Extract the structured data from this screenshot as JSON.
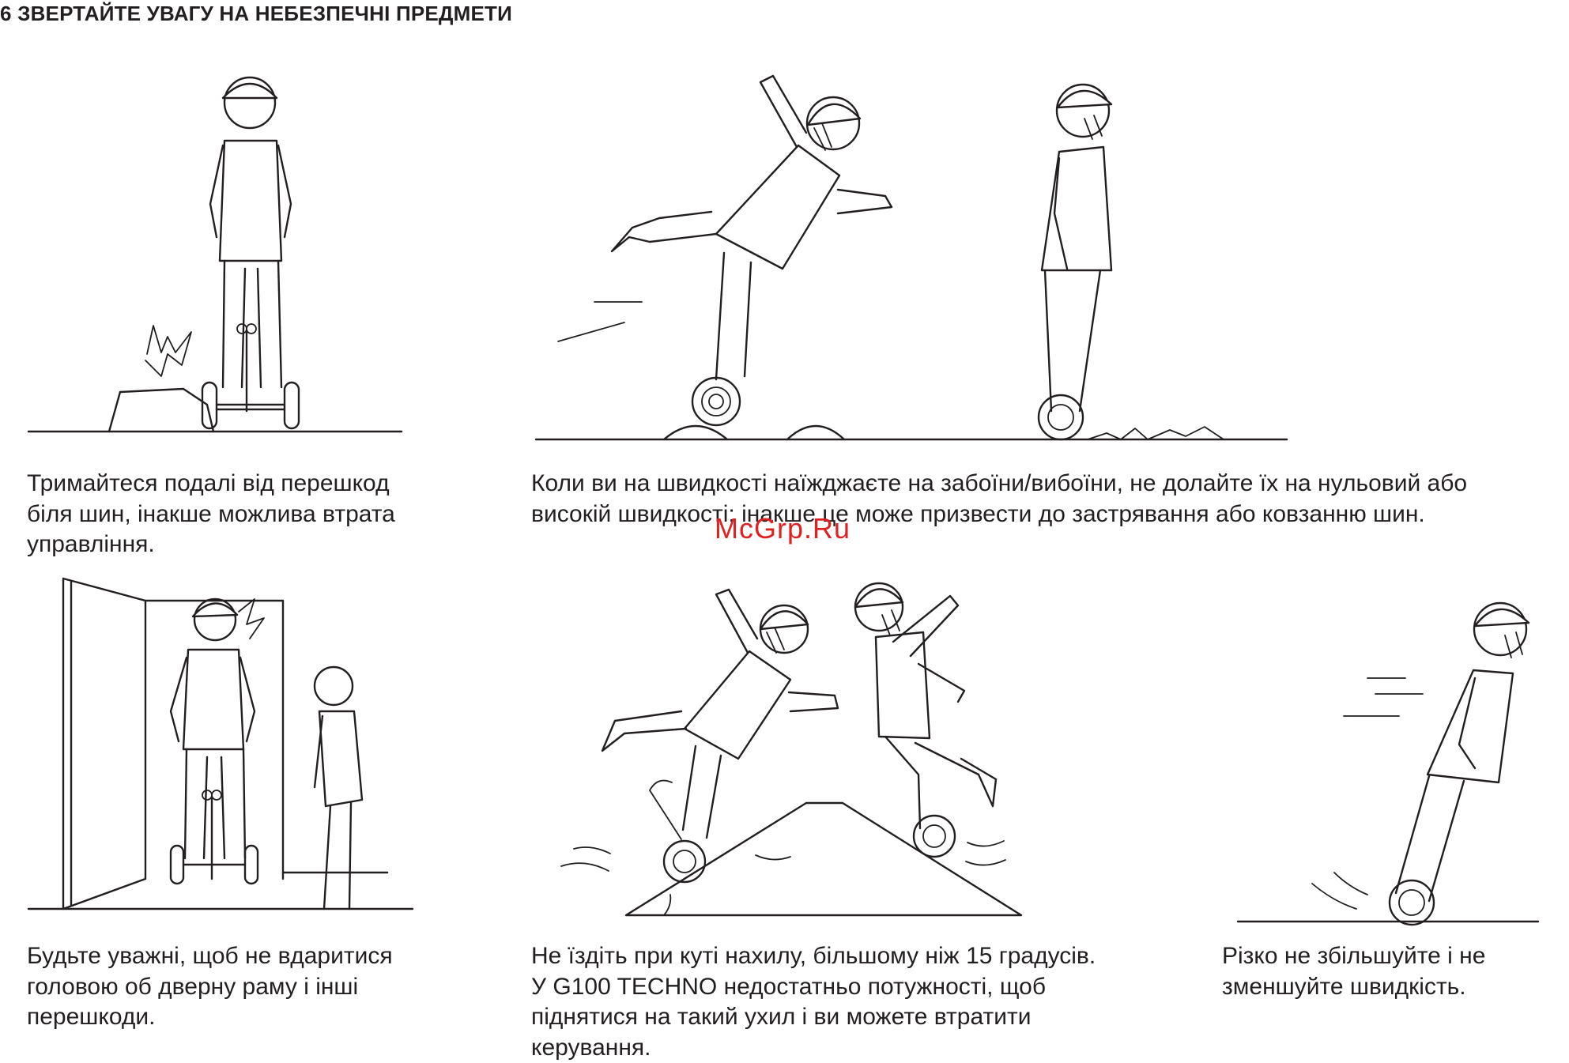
{
  "header": {
    "title": "6 ЗВЕРТАЙТЕ УВАГУ НА НЕБЕЗПЕЧНІ ПРЕДМЕТИ"
  },
  "watermark": {
    "text": "McGrp.Ru",
    "color": "#e0201f"
  },
  "colors": {
    "text": "#231f20",
    "background": "#ffffff",
    "line_art": "#231f20"
  },
  "sections": [
    {
      "caption_lines": [
        "Тримайтеся подалі від перешкод",
        "біля шин, інакше можлива втрата",
        "управління."
      ]
    },
    {
      "caption_lines": [
        "Коли ви на швидкості наїжджаєте на забоїни/вибоїни, не долайте їх на нульовий або",
        "високій швидкості; інакше це може призвести до застрявання або ковзанню шин."
      ]
    },
    {
      "caption_lines": [
        "Будьте уважні, щоб не вдаритися",
        "головою об дверну раму і інші",
        "перешкоди."
      ]
    },
    {
      "caption_lines": [
        "Не їздіть при куті нахилу, більшому ніж 15 градусів.",
        "У G100 TECHNO  недостатньо потужності, щоб",
        "піднятися на такий ухил і ви можете втратити",
        "керування."
      ]
    },
    {
      "caption_lines": [
        "Різко не збільшуйте і не",
        "зменшуйте швидкість."
      ]
    }
  ],
  "illustrations": [
    {
      "name": "obstacle-near-tire",
      "icon": "rider-hits-rock-illustration"
    },
    {
      "name": "bumps-at-speed",
      "icon": "rider-falling-on-bump-illustration"
    },
    {
      "name": "door-frame",
      "icon": "rider-hits-door-frame-illustration"
    },
    {
      "name": "steep-slope",
      "icon": "rider-falling-on-slope-illustration"
    },
    {
      "name": "sudden-speed-change",
      "icon": "rider-sudden-acceleration-illustration"
    }
  ]
}
